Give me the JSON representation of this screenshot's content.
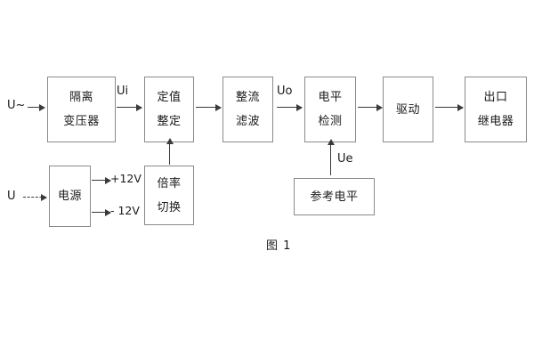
{
  "figure": {
    "caption": "图 1",
    "background_color": "#ffffff",
    "box_border_color": "#8a8a8a",
    "arrow_color": "#3a3a3a",
    "text_color": "#1a1a1a"
  },
  "blocks": [
    {
      "id": "isolation-transformer",
      "lines": [
        "隔离",
        "变压器"
      ]
    },
    {
      "id": "setting-value",
      "lines": [
        "定值",
        "整定"
      ]
    },
    {
      "id": "rectify-filter",
      "lines": [
        "整流",
        "滤波"
      ]
    },
    {
      "id": "level-detection",
      "lines": [
        "电平",
        "检测"
      ]
    },
    {
      "id": "drive",
      "lines": [
        "驱动"
      ]
    },
    {
      "id": "output-relay",
      "lines": [
        "出口",
        "继电器"
      ]
    },
    {
      "id": "power-supply",
      "lines": [
        "电源"
      ]
    },
    {
      "id": "multiplier-switch",
      "lines": [
        "倍率",
        "切换"
      ]
    },
    {
      "id": "reference-level",
      "lines": [
        "参考电平"
      ]
    }
  ],
  "labels": {
    "ac_input": "U~",
    "dc_input": "U",
    "ui": "Ui",
    "uo": "Uo",
    "ue": "Ue",
    "supply_pos": "+12V",
    "supply_neg": "- 12V"
  }
}
